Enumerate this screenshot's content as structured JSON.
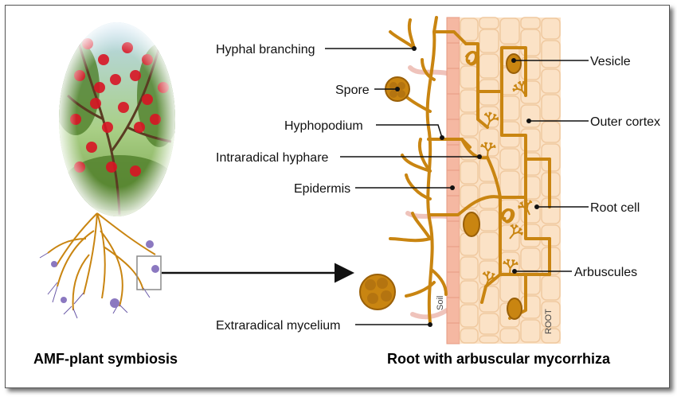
{
  "labels": {
    "hyphal_branching": "Hyphal branching",
    "spore": "Spore",
    "hyphopodium": "Hyphopodium",
    "intraradical_hyphae": "Intraradical hyphare",
    "epidermis": "Epidermis",
    "extraradical_mycelium": "Extraradical mycelium",
    "vesicle": "Vesicle",
    "outer_cortex": "Outer cortex",
    "root_cell": "Root cell",
    "arbuscules": "Arbuscules",
    "soil": "Soil",
    "root": "ROOT"
  },
  "captions": {
    "left": "AMF-plant symbiosis",
    "right": "Root with arbuscular mycorrhiza"
  },
  "colors": {
    "hypha": "#c98511",
    "hypha_dark": "#9a6008",
    "cortex_cell": "#fbe2c6",
    "cortex_border": "#f0c9a0",
    "epidermis": "#f5b8a2",
    "root_hair": "#efc3bb",
    "arrow": "#111111",
    "blossom": "#d81424",
    "spore_bulb": "#8b78c0"
  }
}
